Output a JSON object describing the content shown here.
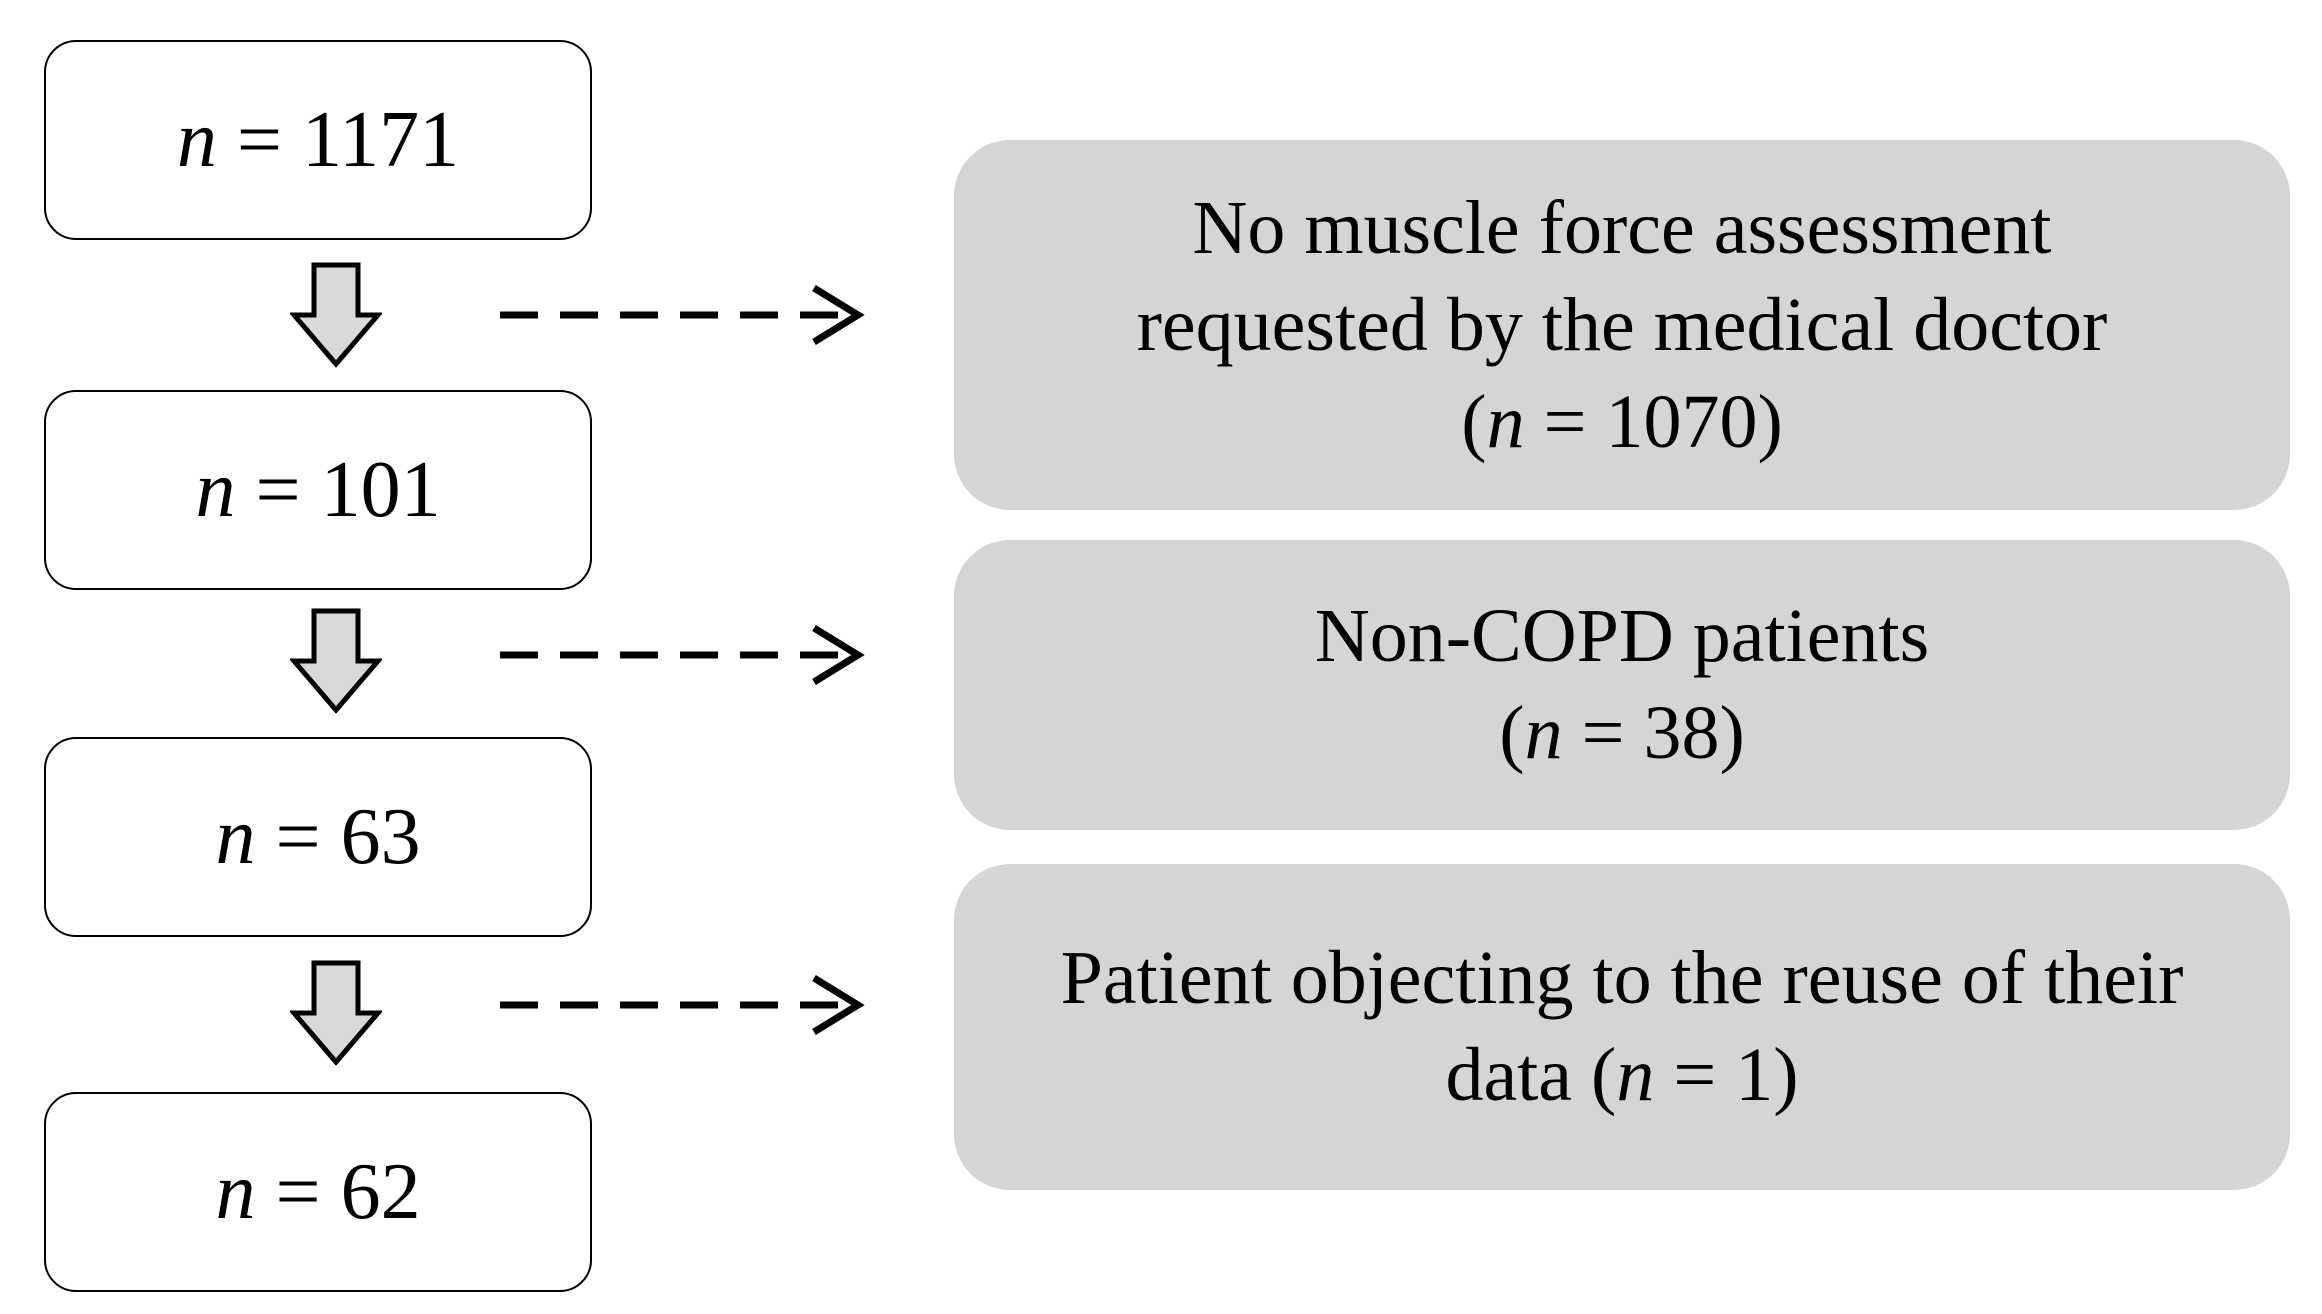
{
  "flow": {
    "counts": [
      {
        "n_symbol": "n",
        "equals": " = ",
        "value": "1171"
      },
      {
        "n_symbol": "n",
        "equals": " = ",
        "value": "101"
      },
      {
        "n_symbol": "n",
        "equals": " = ",
        "value": "63"
      },
      {
        "n_symbol": "n",
        "equals": " = ",
        "value": "62"
      }
    ],
    "exclusions": [
      {
        "line1": "No muscle force assessment",
        "line2": "requested by the medical doctor",
        "open": "(",
        "n_symbol": "n",
        "equals": " = ",
        "value": "1070",
        "close": ")"
      },
      {
        "line1": "Non-COPD patients",
        "open": "(",
        "n_symbol": "n",
        "equals": " = ",
        "value": "38",
        "close": ")"
      },
      {
        "line1": "Patient objecting to the reuse of their",
        "prefix": "data (",
        "n_symbol": "n",
        "equals": " = ",
        "value": "1",
        "close": ")"
      }
    ]
  },
  "colors": {
    "count_box_fill": "#ffffff",
    "exclusion_box_fill": "#d6d4d4",
    "down_arrow_fill": "#d9d9d9",
    "stroke": "#000000"
  },
  "icons": {
    "down_arrow": "down-block-arrow-icon",
    "exclusion_arrow": "dashed-right-arrow-icon"
  }
}
